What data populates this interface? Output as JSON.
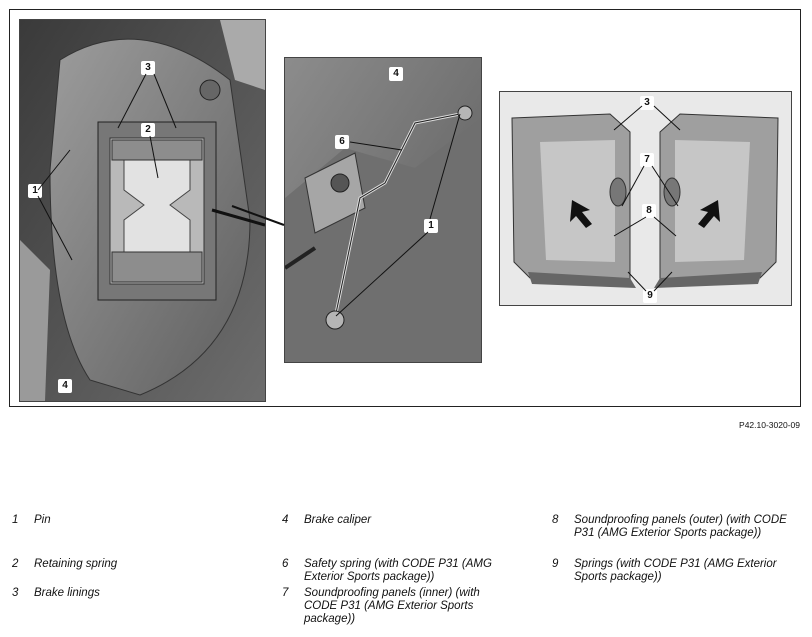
{
  "figure": {
    "reference": "P42.10-3020-09",
    "callouts_left": [
      "3",
      "2",
      "1",
      "4"
    ],
    "callouts_middle": [
      "4",
      "6",
      "1"
    ],
    "callouts_right": [
      "3",
      "7",
      "8",
      "9"
    ]
  },
  "legend": [
    {
      "num": "1",
      "text": "Pin"
    },
    {
      "num": "2",
      "text": "Retaining spring"
    },
    {
      "num": "3",
      "text": "Brake linings"
    },
    {
      "num": "4",
      "text": "Brake caliper"
    },
    {
      "num": "6",
      "text": "Safety spring (with CODE P31 (AMG Exterior Sports package))"
    },
    {
      "num": "7",
      "text": "Soundproofing panels (inner) (with CODE P31 (AMG Exterior Sports package))"
    },
    {
      "num": "8",
      "text": "Soundproofing panels (outer) (with CODE P31 (AMG Exterior Sports package))"
    },
    {
      "num": "9",
      "text": "Springs (with CODE P31 (AMG Exterior Sports package))"
    }
  ]
}
